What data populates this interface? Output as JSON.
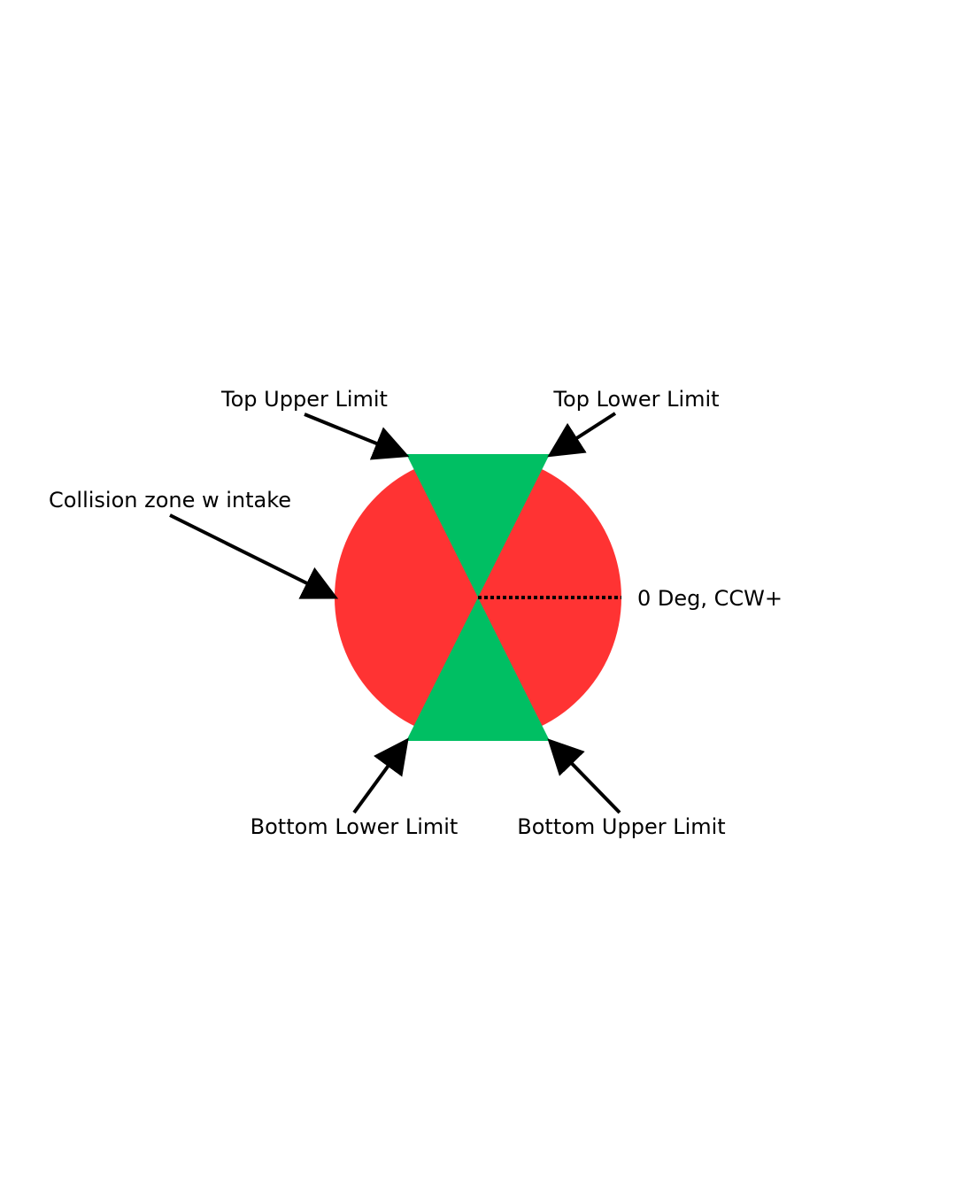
{
  "labels": {
    "top_upper_limit": "Top Upper Limit",
    "top_lower_limit": "Top Lower Limit",
    "collision_zone": "Collision zone w intake",
    "zero_deg": "0 Deg, CCW+",
    "bottom_lower_limit": "Bottom Lower Limit",
    "bottom_upper_limit": "Bottom Upper Limit"
  },
  "colors": {
    "collision_zone": "#ff3333",
    "allowed_zone": "#00bf63",
    "annotation": "#000000"
  }
}
